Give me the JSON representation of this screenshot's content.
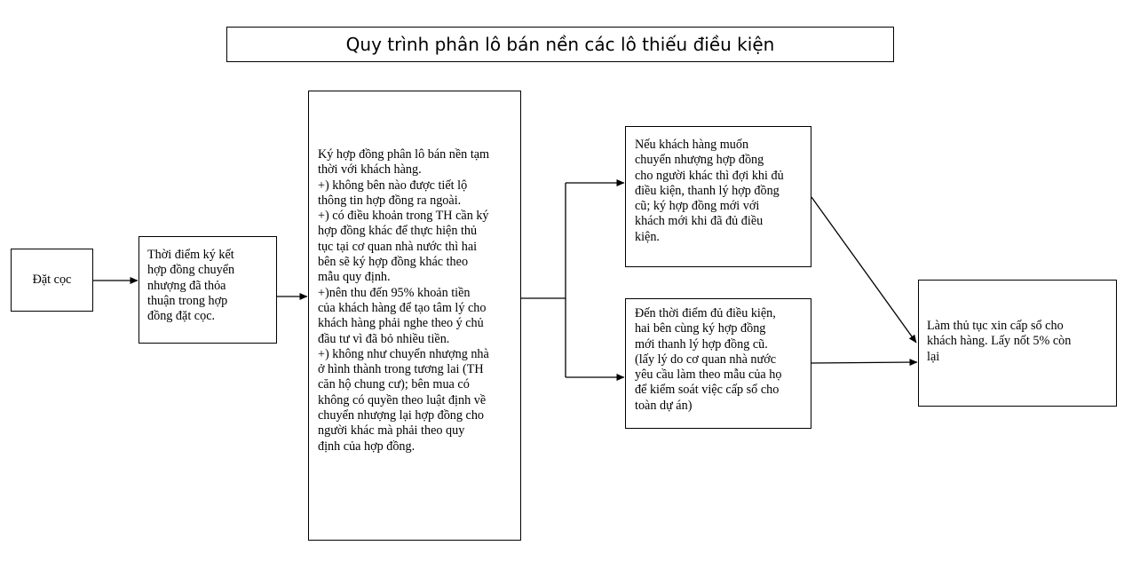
{
  "title": "Quy trình phân lô bán nền các lô thiếu điều kiện",
  "nodes": {
    "dat_coc": "Đặt cọc",
    "thoi_diem": [
      "Thời điểm ký kết",
      "hợp đồng chuyển",
      "nhượng đã thỏa",
      "thuận trong hợp",
      "đồng đặt cọc."
    ],
    "ky_hop_dong": [
      "Ký hợp đồng phân lô bán nền tạm",
      "thời với khách hàng.",
      "+) không bên nào được tiết lộ",
      "thông tin hợp đồng ra ngoài.",
      "+) có điều khoản trong TH cần ký",
      "hợp đồng khác để thực hiện thủ",
      "tục tại cơ quan nhà nước thì hai",
      "bên sẽ ký hợp đồng khác theo",
      "mẫu quy định.",
      " +)nên thu đến 95% khoản tiền",
      "của khách hàng để tạo tâm lý cho",
      "khách hàng phải nghe theo ý chủ",
      "đầu tư vì đã bỏ nhiều tiền.",
      "+) không như chuyển nhượng nhà",
      "ở hình thành trong tương lai (TH",
      "căn hộ chung cư); bên mua có",
      "không có quyền theo luật định về",
      "chuyển nhượng lại hợp đồng cho",
      "người khác mà phải theo quy",
      "định của hợp đồng."
    ],
    "neu_khach_hang": [
      "Nếu khách hàng muốn",
      "chuyển nhượng hợp đồng",
      "cho người khác thì đợi khi đủ",
      "điều kiện, thanh lý hợp đồng",
      "cũ; ký hợp đồng mới với",
      "khách mới khi đã đủ điều",
      "kiện."
    ],
    "den_thoi_diem": [
      "Đến thời điểm đủ điều kiện,",
      "hai bên cùng ký hợp đồng",
      "mới thanh lý hợp đồng cũ.",
      "(lấy lý do cơ quan nhà nước",
      "yêu cầu làm theo mẫu của họ",
      "để kiểm soát việc cấp sổ cho",
      "toàn dự án)"
    ],
    "lam_thu_tuc": [
      "Làm thủ tục xin cấp sổ cho",
      "khách hàng. Lấy nốt 5% còn",
      "lại"
    ]
  }
}
